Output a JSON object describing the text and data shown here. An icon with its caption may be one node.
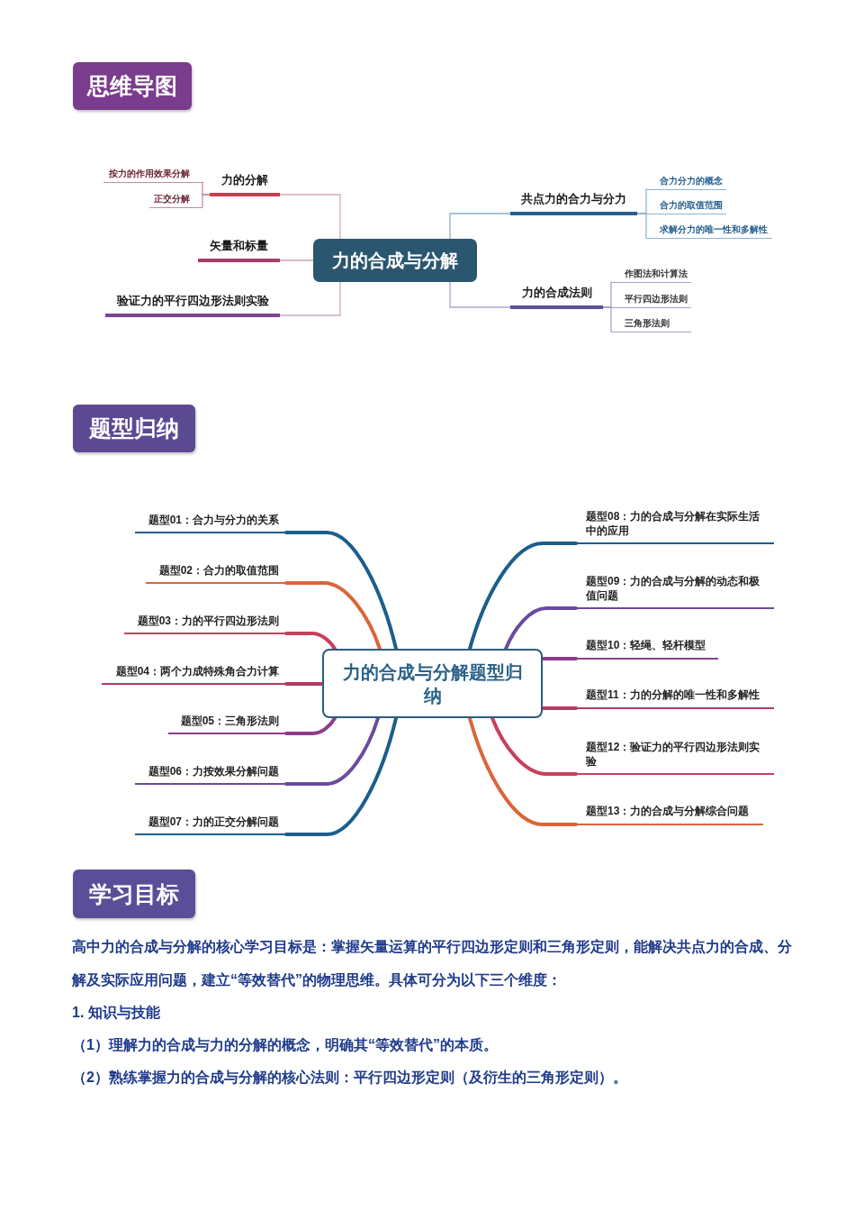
{
  "diagram": {
    "nodes": [
      {
        "text": [
          "思维导图"
        ]
      },
      {
        "text": [
          "力的合成与分解"
        ]
      },
      {
        "text": [
          "力的分解"
        ]
      },
      {
        "text": [
          "按力的作用效果分解"
        ]
      },
      {
        "text": [
          "正交分解"
        ]
      },
      {
        "text": [
          "矢量和标量"
        ]
      },
      {
        "text": [
          "验证力的平行四边形法则实验"
        ]
      },
      {
        "text": [
          "共点力的合力与分力"
        ]
      },
      {
        "text": [
          "合力分力的概念"
        ]
      },
      {
        "text": [
          "合力的取值范围"
        ]
      },
      {
        "text": [
          "求解分力的唯一性和多解性"
        ]
      },
      {
        "text": [
          "力的合成法则"
        ]
      },
      {
        "text": [
          "作图法和计算法"
        ]
      },
      {
        "text": [
          "平行四边形法则"
        ]
      },
      {
        "text": [
          "三角形法则"
        ]
      },
      {
        "text": [
          "题型归纳"
        ]
      },
      {
        "text": [
          "力的合成与分解题型归纳"
        ]
      },
      {
        "text": [
          "题型01：合力与分力的关系"
        ]
      },
      {
        "text": [
          "题型02：合力的取值范围"
        ]
      },
      {
        "text": [
          "题型03：力的平行四边形法则"
        ]
      },
      {
        "text": [
          "题型04：两个力成特殊角合力计算"
        ]
      },
      {
        "text": [
          "题型05：三角形法则"
        ]
      },
      {
        "text": [
          "题型06：力按效果分解问题"
        ]
      },
      {
        "text": [
          "题型07：力的正交分解问题"
        ]
      },
      {
        "text": [
          "题型08：力的合成与分解在实际生活中的应用"
        ]
      },
      {
        "text": [
          "题型09：力的合成与分解的动态和极值问题"
        ]
      },
      {
        "text": [
          "题型10：轻绳、轻杆模型"
        ]
      },
      {
        "text": [
          "题型11：力的分解的唯一性和多解性"
        ]
      },
      {
        "text": [
          "题型12：验证力的平行四边形法则实验"
        ]
      },
      {
        "text": [
          "题型13：力的合成与分解综合问题"
        ]
      },
      {
        "text": [
          "学习目标"
        ]
      }
    ],
    "edges": [
      {
        "from": 1,
        "to": 2,
        "arrow": "none",
        "color": "#d9a7b6"
      },
      {
        "from": 2,
        "to": 3,
        "arrow": "none",
        "color": "#c98d9c"
      },
      {
        "from": 2,
        "to": 4,
        "arrow": "none",
        "color": "#c98d9c"
      },
      {
        "from": 1,
        "to": 5,
        "arrow": "none",
        "color": "#cfa0b4"
      },
      {
        "from": 1,
        "to": 6,
        "arrow": "none",
        "color": "#c9a9c9"
      },
      {
        "from": 1,
        "to": 7,
        "arrow": "none",
        "color": "#8fb0c8"
      },
      {
        "from": 7,
        "to": 8,
        "arrow": "none",
        "color": "#8fb4cf"
      },
      {
        "from": 7,
        "to": 9,
        "arrow": "none",
        "color": "#8fb4cf"
      },
      {
        "from": 7,
        "to": 10,
        "arrow": "none",
        "color": "#8fb4cf"
      },
      {
        "from": 1,
        "to": 11,
        "arrow": "none",
        "color": "#aaa6ca"
      },
      {
        "from": 11,
        "to": 12,
        "arrow": "none",
        "color": "#a7a1cc"
      },
      {
        "from": 11,
        "to": 13,
        "arrow": "none",
        "color": "#a7a1cc"
      },
      {
        "from": 11,
        "to": 14,
        "arrow": "none",
        "color": "#a7a1cc"
      },
      {
        "from": 16,
        "to": 17,
        "arrow": "none",
        "style": "thick",
        "color": "#1b5e8c"
      },
      {
        "from": 16,
        "to": 18,
        "arrow": "none",
        "style": "thick",
        "color": "#d9663a"
      },
      {
        "from": 16,
        "to": 19,
        "arrow": "none",
        "style": "thick",
        "color": "#c7405c"
      },
      {
        "from": 16,
        "to": 20,
        "arrow": "none",
        "style": "thick",
        "color": "#b03c64"
      },
      {
        "from": 16,
        "to": 21,
        "arrow": "none",
        "style": "thick",
        "color": "#8c3d8e"
      },
      {
        "from": 16,
        "to": 22,
        "arrow": "none",
        "style": "thick",
        "color": "#6b4a9e"
      },
      {
        "from": 16,
        "to": 23,
        "arrow": "none",
        "style": "thick",
        "color": "#1b5e8c"
      },
      {
        "from": 16,
        "to": 24,
        "arrow": "none",
        "style": "thick",
        "color": "#1b5e8c"
      },
      {
        "from": 16,
        "to": 25,
        "arrow": "none",
        "style": "thick",
        "color": "#6b4a9e"
      },
      {
        "from": 16,
        "to": 26,
        "arrow": "none",
        "style": "thick",
        "color": "#8c3d8e"
      },
      {
        "from": 16,
        "to": 27,
        "arrow": "none",
        "style": "thick",
        "color": "#b03c64"
      },
      {
        "from": 16,
        "to": 28,
        "arrow": "none",
        "style": "thick",
        "color": "#c7405c"
      },
      {
        "from": 16,
        "to": 29,
        "arrow": "none",
        "style": "thick",
        "color": "#d9663a"
      }
    ],
    "labels": [
      "高中力的合成与分解的核心学习目标是：掌握矢量运算的平行四边形定则和三角形定则，能解决共点力的合成、分解及实际应用问题，建立“等效替代”的物理思维。具体可分为以下三个维度：",
      "1. 知识与技能",
      "（1）理解力的合成与力的分解的概念，明确其“等效替代”的本质。",
      "（2）熟练掌握力的合成与分解的核心法则：平行四边形定则（及衍生的三角形定则）。"
    ]
  }
}
